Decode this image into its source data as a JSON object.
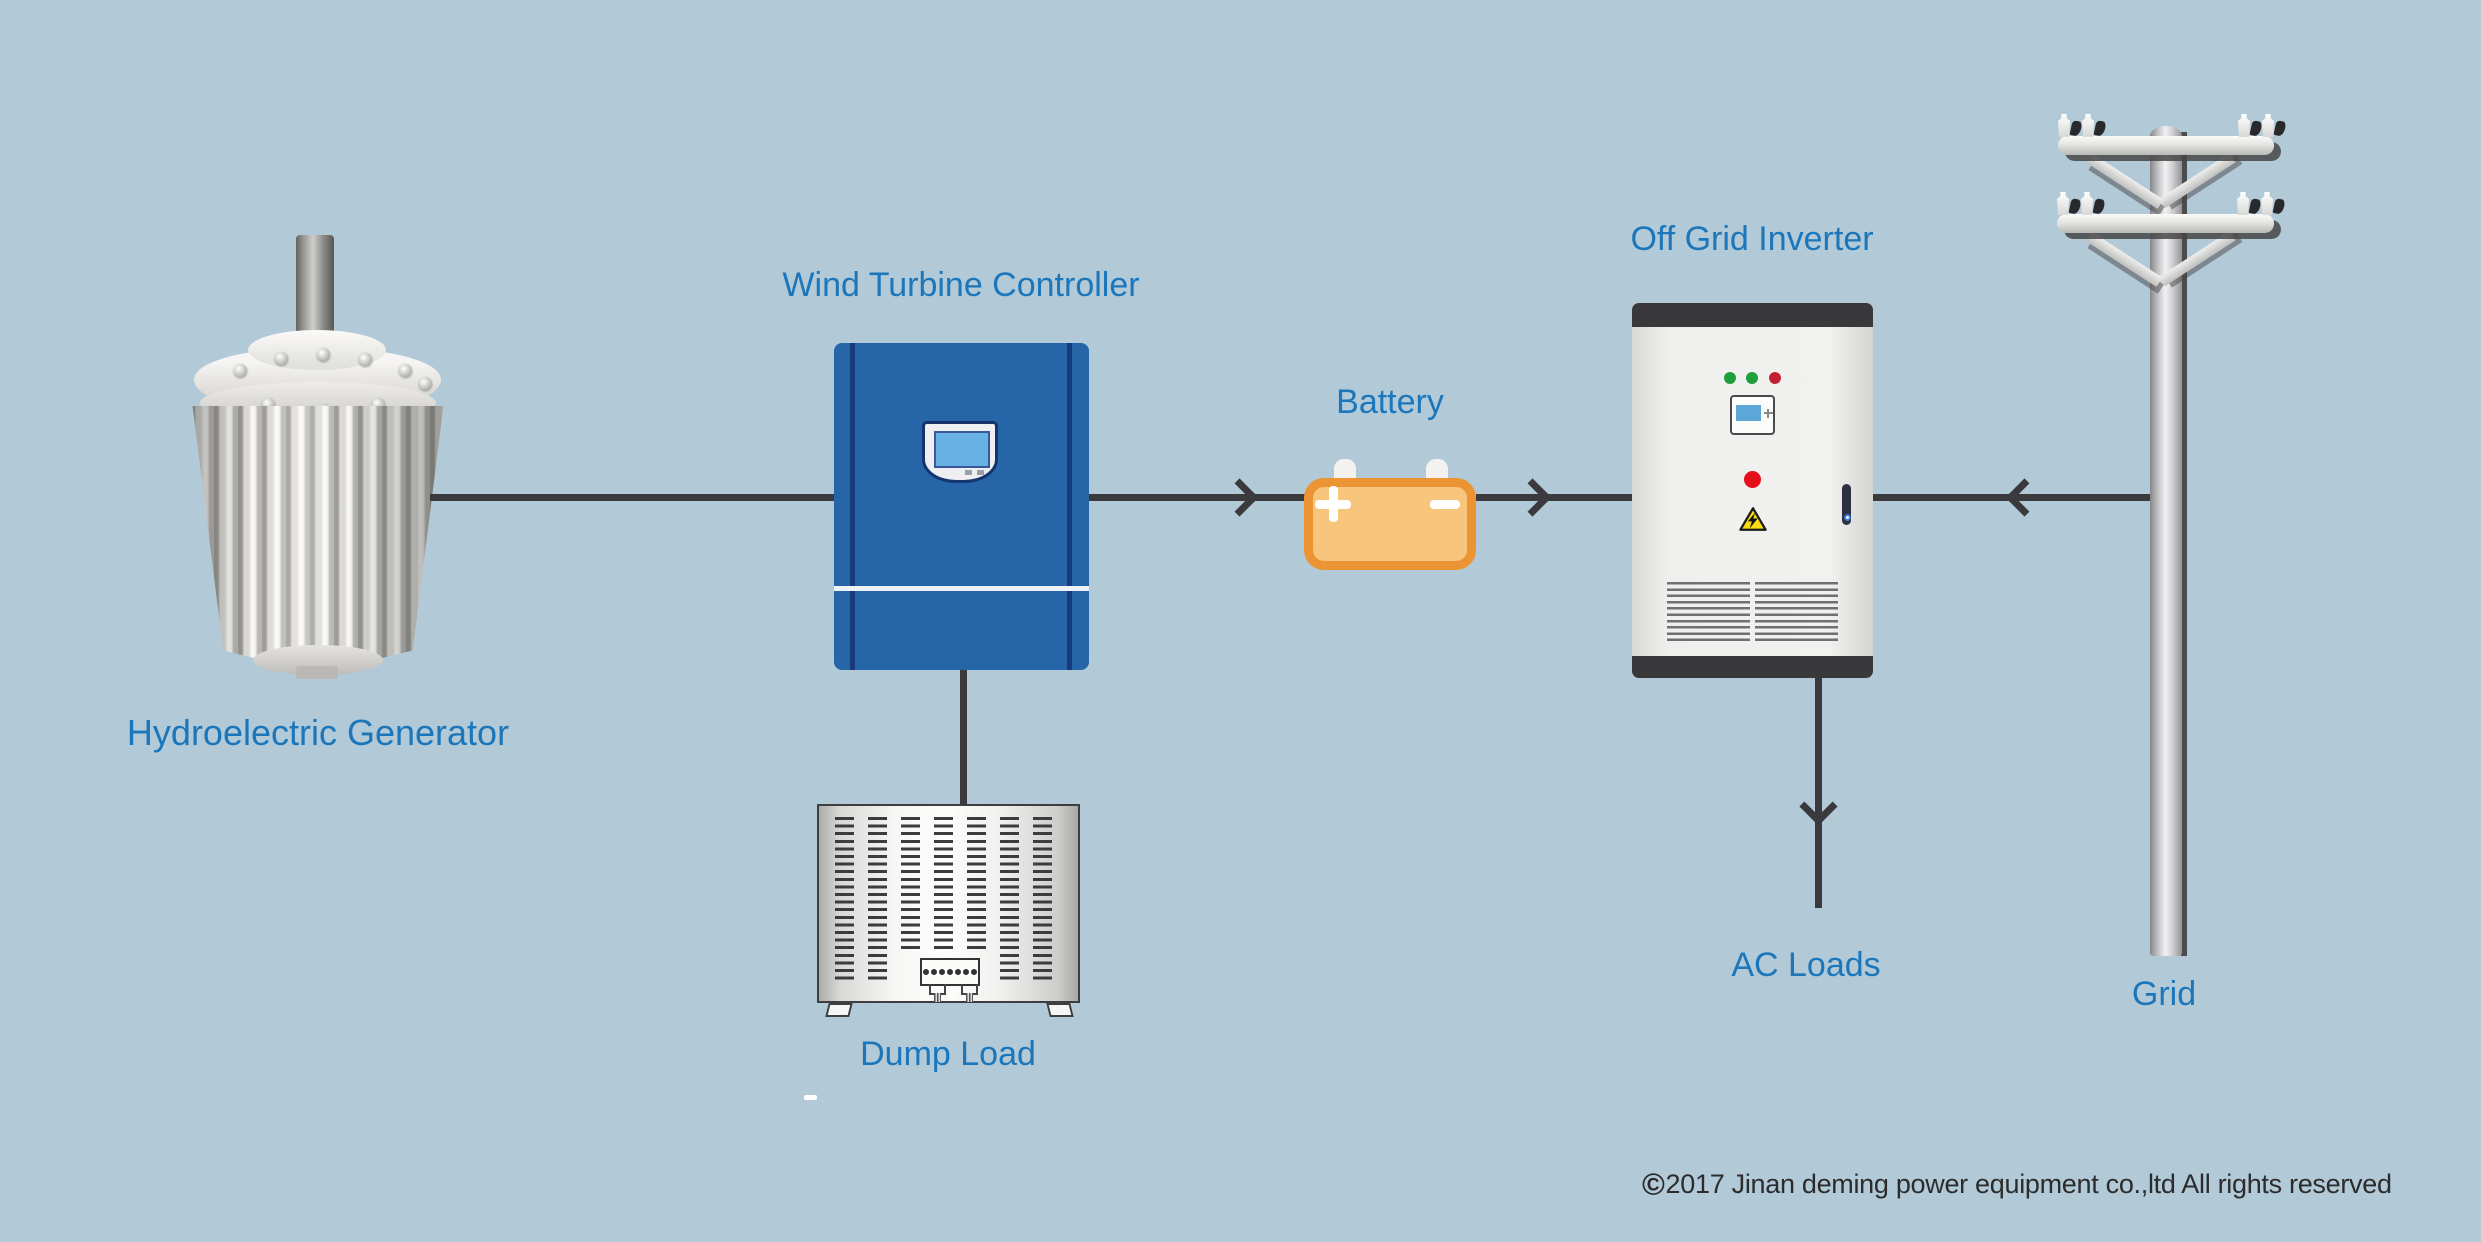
{
  "diagram": {
    "type": "system-flow-diagram",
    "background_color": "#b2c9d8",
    "label_color": "#1b76ba",
    "line_color": "#3a3a3e",
    "nodes": {
      "generator": {
        "label": "Hydroelectric Generator",
        "kind": "photo-of-generator"
      },
      "controller": {
        "label": "Wind Turbine Controller",
        "kind": "blue-cabinet-with-display",
        "color": "#2565a8"
      },
      "battery": {
        "label": "Battery",
        "plus": "+",
        "minus": "−",
        "fill": "#f8c57d",
        "border": "#ec9434"
      },
      "inverter": {
        "label": "Off Grid Inverter",
        "kind": "gray-cabinet",
        "leds": [
          "green",
          "green",
          "red"
        ]
      },
      "dump_load": {
        "label": "Dump Load",
        "kind": "vented-metal-box"
      },
      "ac_loads": {
        "label": "AC Loads"
      },
      "grid": {
        "label": "Grid",
        "kind": "utility-pole"
      }
    },
    "connections": [
      {
        "from": "generator",
        "to": "controller",
        "arrow": "none"
      },
      {
        "from": "controller",
        "to": "battery",
        "arrow": "right"
      },
      {
        "from": "battery",
        "to": "inverter",
        "arrow": "right"
      },
      {
        "from": "controller",
        "to": "dump_load",
        "arrow": "none"
      },
      {
        "from": "inverter",
        "to": "ac_loads",
        "arrow": "down"
      },
      {
        "from": "grid",
        "to": "inverter",
        "arrow": "left"
      }
    ]
  },
  "footer": {
    "copyright_symbol": "©",
    "copyright_text": "2017 Jinan deming power equipment co.,ltd All rights reserved"
  }
}
